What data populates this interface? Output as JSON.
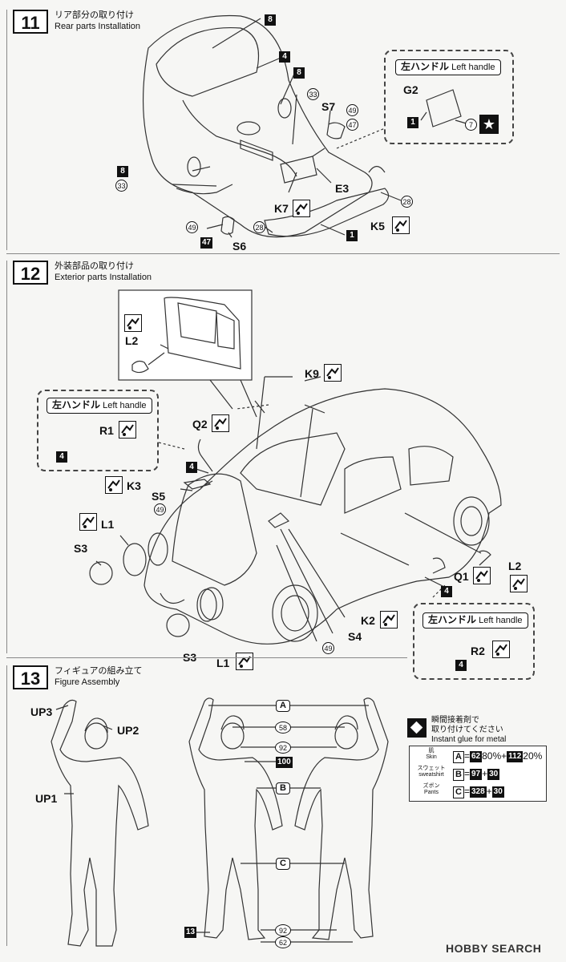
{
  "steps": [
    {
      "number": "11",
      "title_jp": "リア部分の取り付け",
      "title_en": "Rear parts Installation"
    },
    {
      "number": "12",
      "title_jp": "外装部品の取り付け",
      "title_en": "Exterior parts Installation"
    },
    {
      "number": "13",
      "title_jp": "フィギュアの組み立て",
      "title_en": "Figure Assembly"
    }
  ],
  "left_handle_jp": "左ハンドル",
  "left_handle_en": "Left handle",
  "step11": {
    "parts": {
      "p8a": "8",
      "p4": "4",
      "p8b": "8",
      "p33a": "33",
      "S7": "S7",
      "p49a": "49",
      "p47a": "47",
      "p8c": "8",
      "p33b": "33",
      "K7": "K7",
      "E3": "E3",
      "p28a": "28",
      "K5": "K5",
      "p49b": "49",
      "p47b": "47",
      "S6": "S6",
      "p28b": "28",
      "p1": "1"
    },
    "inset": {
      "G2": "G2",
      "p1": "1",
      "decal": "7"
    }
  },
  "step12": {
    "parts": {
      "L2a": "L2",
      "K9": "K9",
      "Q2": "Q2",
      "p4a": "4",
      "K3": "K3",
      "S5": "S5",
      "p49a": "49",
      "L1a": "L1",
      "S3a": "S3",
      "L2b": "L2",
      "Q1": "Q1",
      "p4b": "4",
      "K2": "K2",
      "S4": "S4",
      "p49b": "49",
      "S3b": "S3",
      "L1b": "L1"
    },
    "inset_left": {
      "R1": "R1",
      "p4": "4"
    },
    "inset_right": {
      "R2": "R2",
      "p4": "4"
    }
  },
  "step13": {
    "parts": {
      "UP3": "UP3",
      "UP2": "UP2",
      "UP1": "UP1",
      "A": "A",
      "p58": "58",
      "p92a": "92",
      "p100": "100",
      "B": "B",
      "C": "C",
      "p13": "13",
      "p92b": "92",
      "p62": "62"
    },
    "glue_note_jp1": "瞬間接着剤で",
    "glue_note_jp2": "取り付けてください",
    "glue_note_en": "Instant glue for metal",
    "paint": [
      {
        "jp": "肌",
        "en": "Skin",
        "letter": "A",
        "c1": "62",
        "pct1": "80%",
        "c2": "112",
        "pct2": "20%"
      },
      {
        "jp": "スウェット",
        "en": "sweatshirt",
        "letter": "B",
        "c1": "97",
        "c2": "30"
      },
      {
        "jp": "ズボン",
        "en": "Pants",
        "letter": "C",
        "c1": "328",
        "c2": "30"
      }
    ]
  },
  "watermark": "HOBBY SEARCH"
}
